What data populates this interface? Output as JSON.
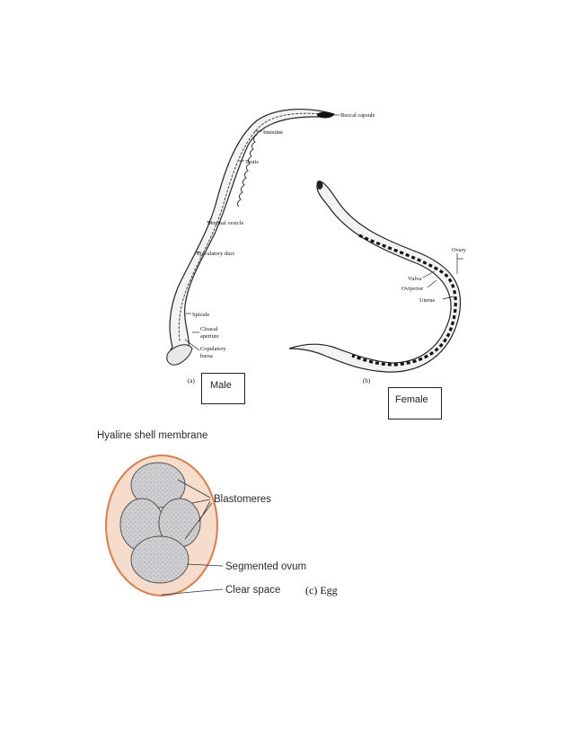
{
  "male": {
    "panel_letter": "(a)",
    "box_label": "Male",
    "labels": {
      "buccal_capsule": "Buccal capsule",
      "intestine": "Intestine",
      "testis": "Testis",
      "seminal_vesicle": "Seminal vesicle",
      "ejaculatory_duct": "Ejaculatory duct",
      "spicule": "Spicule",
      "cloacal_1": "Cloacal",
      "cloacal_2": "aperture",
      "copulatory_1": "Copulatory",
      "copulatory_2": "bursa"
    }
  },
  "female": {
    "panel_letter": "(b)",
    "box_label": "Female",
    "labels": {
      "ovary": "Ovary",
      "vulva": "Vulva",
      "ovijector": "Ovijector",
      "uterus": "Uterus"
    }
  },
  "egg": {
    "labels": {
      "hyaline": "Hyaline shell membrane",
      "blastomeres": "Blastomeres",
      "segmented_ovum": "Segmented ovum",
      "clear_space": "Clear space"
    },
    "caption": "(c) Egg",
    "colors": {
      "shell_outline": "#e07a4a",
      "shell_fill": "#f6dccb",
      "blastomere_fill": "#c9c9cc"
    }
  }
}
